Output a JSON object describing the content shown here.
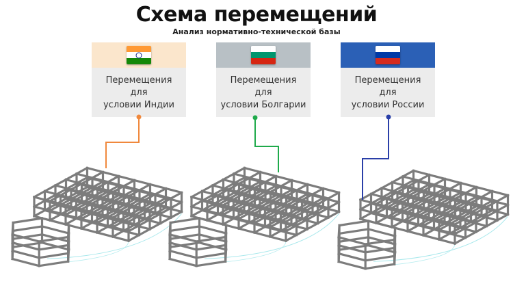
{
  "header": {
    "title": "Схема перемещений",
    "subtitle": "Анализ нормативно-технической базы"
  },
  "cards": [
    {
      "label_line1": "Перемещения для",
      "label_line2": "условии Индии",
      "flag_icon": "india-flag-icon",
      "flag_colors": [
        "#FF9933",
        "#FFFFFF",
        "#138808"
      ],
      "accent_color": "#f0883c",
      "band_color": "#fbe6cc"
    },
    {
      "label_line1": "Перемещения для",
      "label_line2": "условии Болгарии",
      "flag_icon": "bulgaria-flag-icon",
      "flag_colors": [
        "#FFFFFF",
        "#00966E",
        "#D62612"
      ],
      "accent_color": "#1faa4b",
      "band_color": "#b8c0c5"
    },
    {
      "label_line1": "Перемещения для",
      "label_line2": "условии России",
      "flag_icon": "russia-flag-icon",
      "flag_colors": [
        "#FFFFFF",
        "#0039A6",
        "#D52B1E"
      ],
      "accent_color": "#2a3fa8",
      "band_color": "#2b60b6"
    }
  ],
  "frame_model_icon": "building-frame-3d-icon",
  "frame_color": "#7c7c7c",
  "displacement_color": "#9ee6ea"
}
